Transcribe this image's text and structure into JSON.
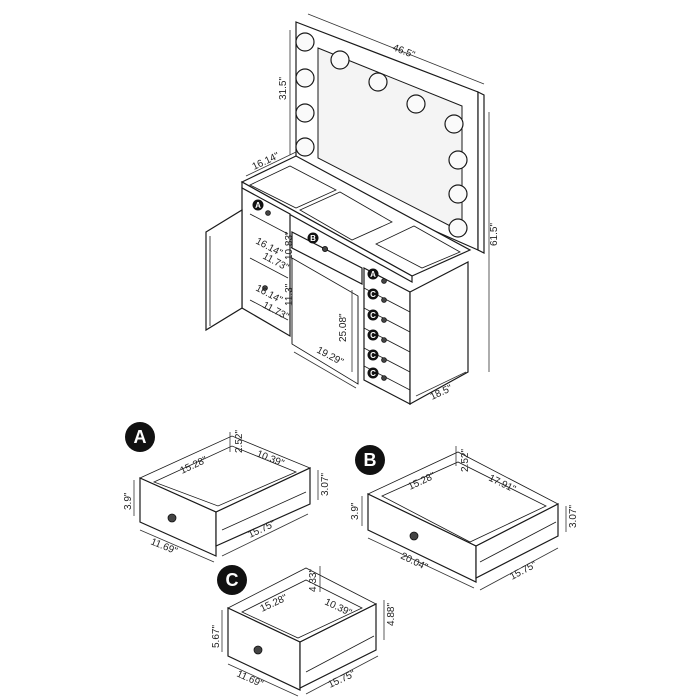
{
  "vanity": {
    "mirror_width": "46.5\"",
    "mirror_height": "31.5\"",
    "depth_top": "16.14\"",
    "total_height": "61.5\"",
    "base_depth": "18.5\"",
    "knee_width": "19.29\"",
    "knee_height": "25.08\"",
    "door_drawer_depth_1": "16.14\"",
    "door_drawer_width_1": "11.73\"",
    "door_drawer_height_1": "10.83\"",
    "door_drawer_depth_2": "16.14\"",
    "door_drawer_width_2": "11.73\"",
    "door_drawer_height_2": "11.3\"",
    "badges": {
      "a": "A",
      "b": "B",
      "c": "C"
    }
  },
  "drawer_a": {
    "badge": "A",
    "inner_depth": "15.28\"",
    "inner_width": "10.39\"",
    "inner_height": "2.52\"",
    "side_height": "3.07\"",
    "front_height": "3.9\"",
    "front_width": "11.69\"",
    "side_depth": "15.75\""
  },
  "drawer_b": {
    "badge": "B",
    "inner_depth": "15.28\"",
    "inner_width": "17.91\"",
    "inner_height": "2.52\"",
    "side_height": "3.07\"",
    "front_height": "3.9\"",
    "front_width": "20.04\"",
    "side_depth": "15.75\""
  },
  "drawer_c": {
    "badge": "C",
    "inner_depth": "15.28\"",
    "inner_width": "10.39\"",
    "inner_height": "4.33\"",
    "side_height": "4.88\"",
    "front_height": "5.67\"",
    "front_width": "11.69\"",
    "side_depth": "15.75\""
  }
}
